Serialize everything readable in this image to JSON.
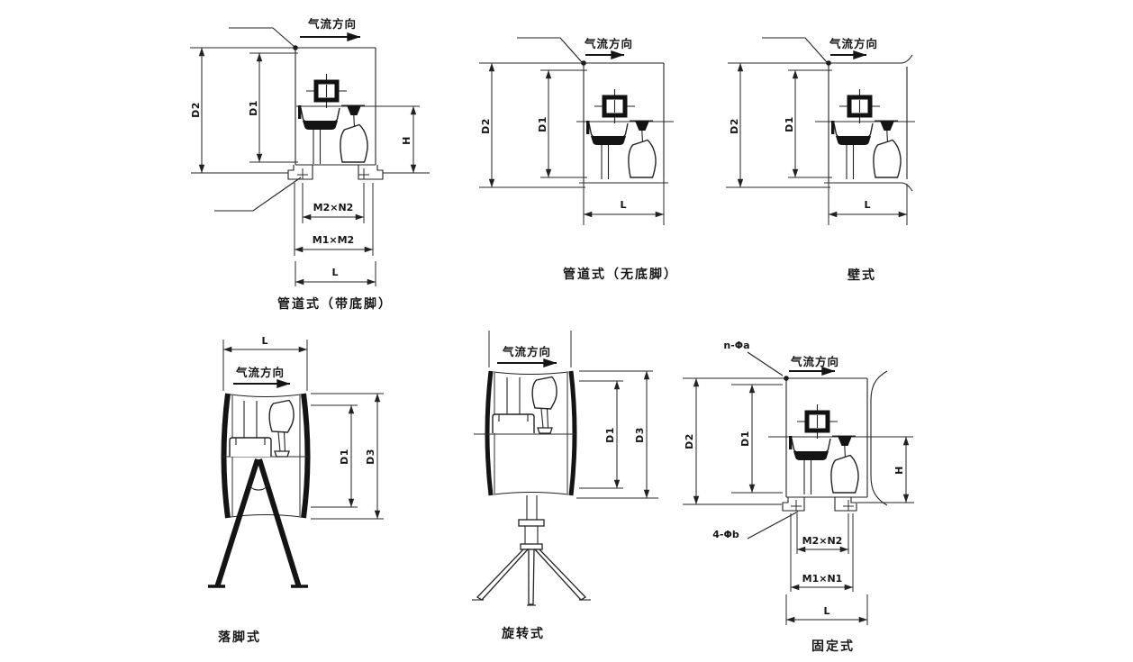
{
  "image_type": "scanned engineering line diagram — axial flow fan installation configurations",
  "colors": {
    "background": "#ffffff",
    "line": "#222222"
  },
  "common": {
    "airflow_label": "气流方向"
  },
  "panels": [
    {
      "id": "duct-with-feet",
      "caption": "管道式（带底脚）",
      "dims": {
        "d2": "D2",
        "d1": "D1",
        "h": "H",
        "m2n2": "M2×N2",
        "m1m2": "M1×M2",
        "l": "L"
      }
    },
    {
      "id": "duct-no-feet",
      "caption": "管道式（无底脚）",
      "dims": {
        "d2": "D2",
        "d1": "D1",
        "l": "L"
      }
    },
    {
      "id": "wall-type",
      "caption": "壁式",
      "dims": {
        "d2": "D2",
        "d1": "D1",
        "l": "L"
      }
    },
    {
      "id": "floor-stand",
      "caption": "落脚式",
      "dims": {
        "d1": "D1",
        "d3": "D3",
        "l": "L"
      }
    },
    {
      "id": "swivel-type",
      "caption": "旋转式",
      "dims": {
        "d1": "D1",
        "d3": "D3"
      }
    },
    {
      "id": "fixed-type",
      "caption": "固定式",
      "dims": {
        "d2": "D2",
        "d1": "D1",
        "h": "H",
        "l": "L",
        "m2n2": "M2×N2",
        "m1n1": "M1×N1",
        "n_phi_a": "n-Φa",
        "four_phi_b": "4-Φb"
      }
    }
  ]
}
